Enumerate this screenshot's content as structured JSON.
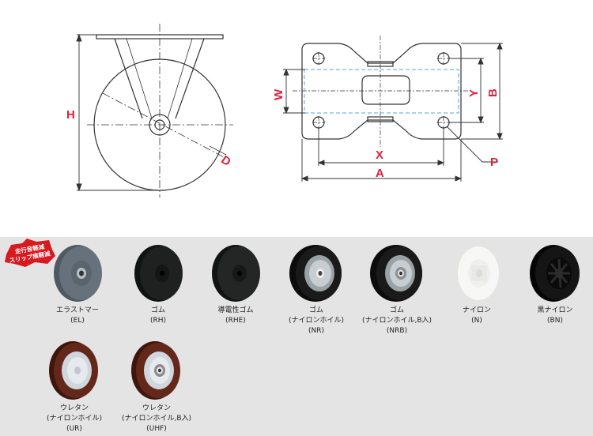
{
  "dimensions": {
    "H": "H",
    "D": "D",
    "W": "W",
    "Y": "Y",
    "B": "B",
    "X": "X",
    "A": "A",
    "P": "P"
  },
  "badge": {
    "line1": "走行音軽減",
    "line2": "スリップ痕軽減"
  },
  "wheels": [
    {
      "name": "エラストマー",
      "code": "(EL)",
      "color": "#5c6670"
    },
    {
      "name": "ゴム",
      "code": "(RH)",
      "color": "#1c1e1d"
    },
    {
      "name": "導電性ゴム",
      "code": "(RHE)",
      "color": "#222423"
    },
    {
      "name": "ゴム",
      "sub": "(ナイロンホイル)",
      "code": "(NR)",
      "color": "#151515"
    },
    {
      "name": "ゴム",
      "sub": "(ナイロンホイル,B入)",
      "code": "(NRB)",
      "color": "#151515"
    },
    {
      "name": "ナイロン",
      "code": "(N)",
      "color": "#f3f3f0"
    },
    {
      "name": "黒ナイロン",
      "code": "(BN)",
      "color": "#0e0e0e"
    },
    {
      "name": "ウレタン",
      "sub": "(ナイロンホイル)",
      "code": "(UR)",
      "color": "#5a2418"
    },
    {
      "name": "ウレタン",
      "sub": "(ナイロンホイル,B入)",
      "code": "(UHF)",
      "color": "#5a2418"
    }
  ]
}
